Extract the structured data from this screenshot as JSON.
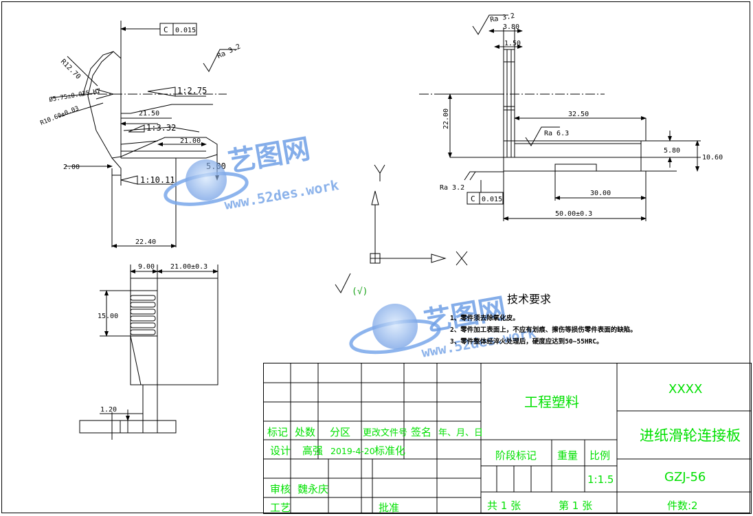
{
  "drawing": {
    "gdt_top_left": {
      "symbol": "C",
      "value": "0.015"
    },
    "gdt_bottom_right": {
      "symbol": "C",
      "value": "0.015"
    },
    "roughness": {
      "top_left": "Ra 3.2",
      "top_right": "Ra 3.2",
      "mid_right": "Ra 6.3",
      "bottom_right": "Ra 3.2"
    },
    "dims_left": {
      "r12": "R12.70",
      "dia": "Ø5.75±0.025 H7",
      "r10": "R10.60±0.03",
      "taper1": "1:2.75",
      "d2150": "21.50",
      "taper2": "1:3.32",
      "d2100": "21.00",
      "d500": "5.00",
      "d200": "2.00",
      "taper3": "1:10.11",
      "d2240": "22.40"
    },
    "dims_right": {
      "d380": "3.80",
      "d150": "1.50",
      "d2200": "22.00",
      "d3250": "32.50",
      "d580": "5.80",
      "d1060": "10.60",
      "d3000": "30.00",
      "d5000": "50.00±0.3"
    },
    "dims_bottom": {
      "d900": "9.00",
      "d2100b": "21.00±0.3",
      "d1500": "15.00",
      "d120": "1.20"
    },
    "axes": {
      "x": "X",
      "y": "Y"
    },
    "check_mark": "(√)"
  },
  "watermark": {
    "brand": "艺图网",
    "url": "www.52des.work"
  },
  "tech_requirements": {
    "title": "技术要求",
    "items": [
      "1、零件须去除氧化皮。",
      "2、零件加工表面上，不应有划痕、擦伤等损伤零件表面的缺陷。",
      "3、零件整体经淬火处理后，硬度应达到50~55HRC。"
    ]
  },
  "title_block": {
    "headers": [
      "标记",
      "处数",
      "分区",
      "更改文件号",
      "签名",
      "年、月、日"
    ],
    "design_label": "设计",
    "designer": "高强",
    "design_date": "2019-4-20",
    "standard_label": "标准化",
    "review_label": "审核",
    "reviewer": "魏永庆",
    "process_label": "工艺",
    "approve_label": "批准",
    "material": "工程塑料",
    "stage_label": "阶段标记",
    "weight_label": "重量",
    "scale_label": "比例",
    "scale": "1:1.5",
    "sheets_total": "共  1  张",
    "sheet_no": "第  1  张",
    "company": "XXXX",
    "part_name": "进纸滑轮连接板",
    "drawing_no": "GZJ-56",
    "quantity": "件数:2"
  }
}
